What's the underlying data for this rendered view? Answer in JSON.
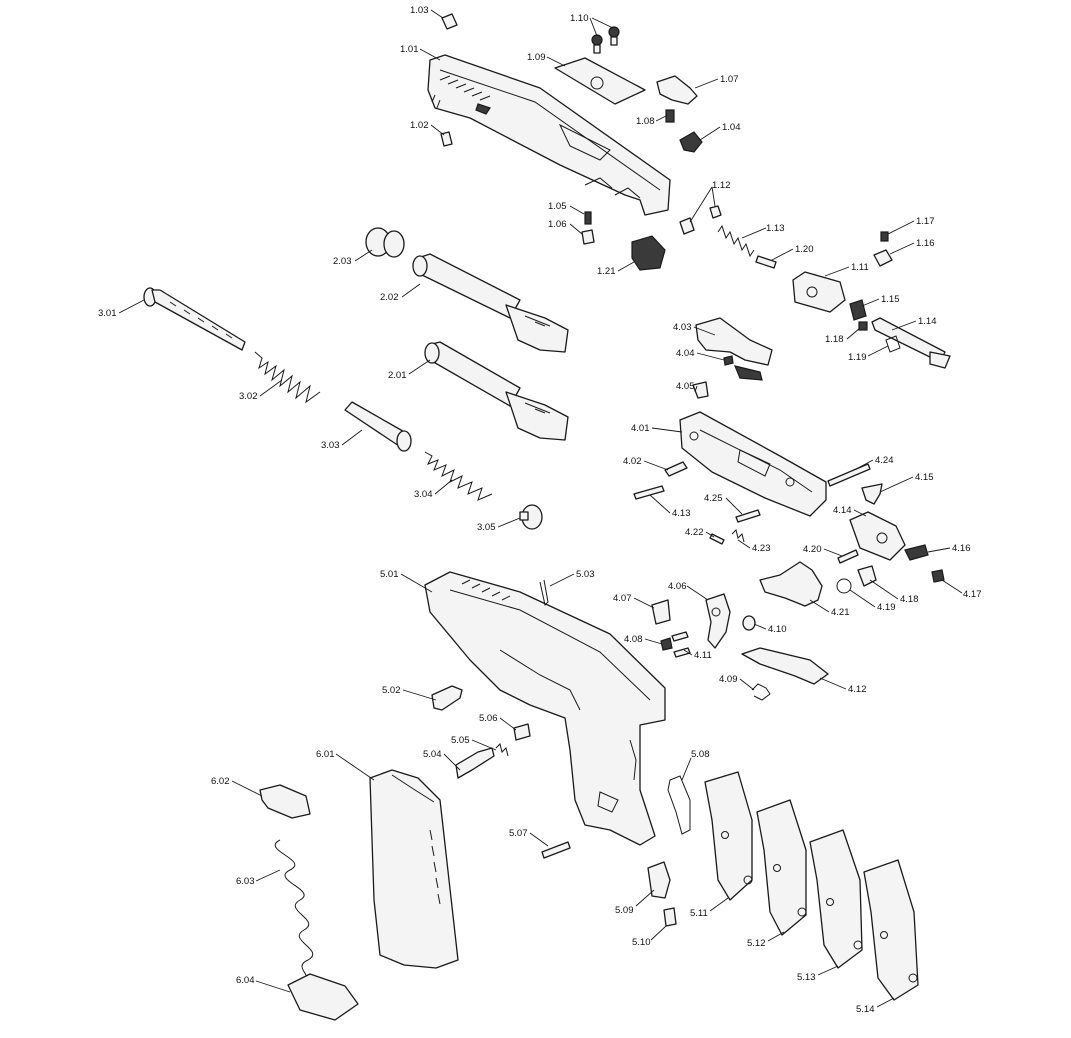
{
  "callouts": [
    {
      "id": "1.03",
      "label": "1.03"
    },
    {
      "id": "1.10",
      "label": "1.10"
    },
    {
      "id": "1.01",
      "label": "1.01"
    },
    {
      "id": "1.09",
      "label": "1.09"
    },
    {
      "id": "1.07",
      "label": "1.07"
    },
    {
      "id": "1.08",
      "label": "1.08"
    },
    {
      "id": "1.04",
      "label": "1.04"
    },
    {
      "id": "1.02",
      "label": "1.02"
    },
    {
      "id": "1.12",
      "label": "1.12"
    },
    {
      "id": "1.05",
      "label": "1.05"
    },
    {
      "id": "1.06",
      "label": "1.06"
    },
    {
      "id": "1.13",
      "label": "1.13"
    },
    {
      "id": "1.17",
      "label": "1.17"
    },
    {
      "id": "1.16",
      "label": "1.16"
    },
    {
      "id": "1.20",
      "label": "1.20"
    },
    {
      "id": "1.21",
      "label": "1.21"
    },
    {
      "id": "1.11",
      "label": "1.11"
    },
    {
      "id": "1.15",
      "label": "1.15"
    },
    {
      "id": "1.14",
      "label": "1.14"
    },
    {
      "id": "1.18",
      "label": "1.18"
    },
    {
      "id": "1.19",
      "label": "1.19"
    },
    {
      "id": "2.03",
      "label": "2.03"
    },
    {
      "id": "2.02",
      "label": "2.02"
    },
    {
      "id": "2.01",
      "label": "2.01"
    },
    {
      "id": "3.01",
      "label": "3.01"
    },
    {
      "id": "3.02",
      "label": "3.02"
    },
    {
      "id": "3.03",
      "label": "3.03"
    },
    {
      "id": "3.04",
      "label": "3.04"
    },
    {
      "id": "3.05",
      "label": "3.05"
    },
    {
      "id": "4.03",
      "label": "4.03"
    },
    {
      "id": "4.04",
      "label": "4.04"
    },
    {
      "id": "4.05",
      "label": "4.05"
    },
    {
      "id": "4.01",
      "label": "4.01"
    },
    {
      "id": "4.02",
      "label": "4.02"
    },
    {
      "id": "4.24",
      "label": "4.24"
    },
    {
      "id": "4.15",
      "label": "4.15"
    },
    {
      "id": "4.13",
      "label": "4.13"
    },
    {
      "id": "4.25",
      "label": "4.25"
    },
    {
      "id": "4.14",
      "label": "4.14"
    },
    {
      "id": "4.22",
      "label": "4.22"
    },
    {
      "id": "4.23",
      "label": "4.23"
    },
    {
      "id": "4.20",
      "label": "4.20"
    },
    {
      "id": "4.16",
      "label": "4.16"
    },
    {
      "id": "4.17",
      "label": "4.17"
    },
    {
      "id": "4.18",
      "label": "4.18"
    },
    {
      "id": "4.19",
      "label": "4.19"
    },
    {
      "id": "4.21",
      "label": "4.21"
    },
    {
      "id": "4.07",
      "label": "4.07"
    },
    {
      "id": "4.06",
      "label": "4.06"
    },
    {
      "id": "4.10",
      "label": "4.10"
    },
    {
      "id": "4.08",
      "label": "4.08"
    },
    {
      "id": "4.11",
      "label": "4.11"
    },
    {
      "id": "4.09",
      "label": "4.09"
    },
    {
      "id": "4.12",
      "label": "4.12"
    },
    {
      "id": "5.01",
      "label": "5.01"
    },
    {
      "id": "5.03",
      "label": "5.03"
    },
    {
      "id": "5.02",
      "label": "5.02"
    },
    {
      "id": "5.06",
      "label": "5.06"
    },
    {
      "id": "5.05",
      "label": "5.05"
    },
    {
      "id": "5.04",
      "label": "5.04"
    },
    {
      "id": "5.08",
      "label": "5.08"
    },
    {
      "id": "5.07",
      "label": "5.07"
    },
    {
      "id": "5.09",
      "label": "5.09"
    },
    {
      "id": "5.10",
      "label": "5.10"
    },
    {
      "id": "5.11",
      "label": "5.11"
    },
    {
      "id": "5.12",
      "label": "5.12"
    },
    {
      "id": "5.13",
      "label": "5.13"
    },
    {
      "id": "5.14",
      "label": "5.14"
    },
    {
      "id": "6.01",
      "label": "6.01"
    },
    {
      "id": "6.02",
      "label": "6.02"
    },
    {
      "id": "6.03",
      "label": "6.03"
    },
    {
      "id": "6.04",
      "label": "6.04"
    }
  ]
}
